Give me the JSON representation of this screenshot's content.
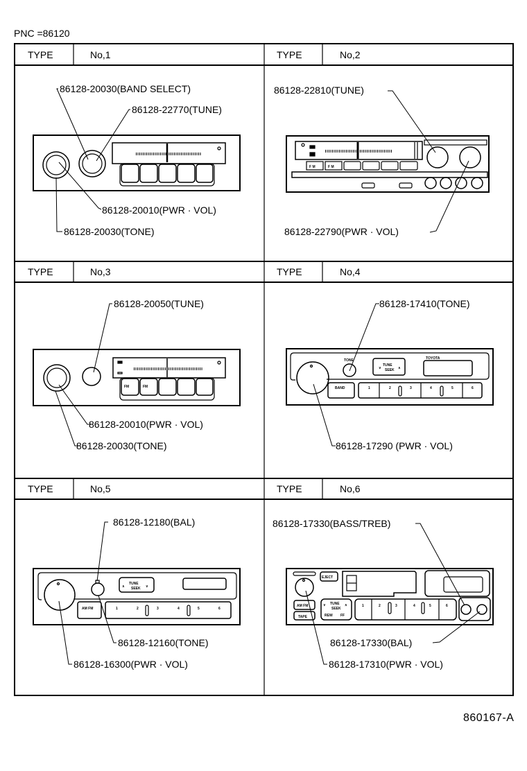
{
  "pnc_label": "PNC =86120",
  "document_number": "860167-A",
  "types": [
    {
      "type_label": "TYPE",
      "number": "No,1",
      "callouts": [
        "86128-20030(BAND SELECT)",
        "86128-22770(TUNE)",
        "86128-20010(PWR · VOL)",
        "86128-20030(TONE)"
      ]
    },
    {
      "type_label": "TYPE",
      "number": "No,2",
      "callouts": [
        "86128-22810(TUNE)",
        "86128-22790(PWR  · VOL)"
      ],
      "button_labels": [
        "F M",
        "F M"
      ]
    },
    {
      "type_label": "TYPE",
      "number": "No,3",
      "callouts": [
        "86128-20050(TUNE)",
        "86128-20010(PWR · VOL)",
        "86128-20030(TONE)"
      ],
      "button_labels": [
        "FM",
        "FM"
      ]
    },
    {
      "type_label": "TYPE",
      "number": "No,4",
      "callouts": [
        "86128-17410(TONE)",
        "86128-17290 (PWR  · VOL)"
      ],
      "panel_labels": {
        "tone": "TONE",
        "tune": "TUNE",
        "seek": "SEEK",
        "brand": "TOYOTA",
        "band": "BAND",
        "presets": [
          "1",
          "2",
          "3",
          "4",
          "5",
          "6"
        ]
      }
    },
    {
      "type_label": "TYPE",
      "number": "No,5",
      "callouts": [
        "86128-12180(BAL)",
        "86128-12160(TONE)",
        "86128-16300(PWR · VOL)"
      ],
      "panel_labels": {
        "tune": "TUNE",
        "seek": "SEEK",
        "band": "AM FM",
        "presets": [
          "1",
          "2",
          "3",
          "4",
          "5",
          "6"
        ]
      }
    },
    {
      "type_label": "TYPE",
      "number": "No,6",
      "callouts": [
        "86128-17330(BASS/TREB)",
        "86128-17330(BAL)",
        "86128-17310(PWR · VOL)"
      ],
      "panel_labels": {
        "eject": "EJECT",
        "band": "AM FM",
        "tape": "TAPE",
        "tune": "TUNE",
        "seek": "SEEK",
        "rew": "REW",
        "ff": "FF",
        "presets": [
          "1",
          "2",
          "3",
          "4",
          "5",
          "6"
        ]
      }
    }
  ]
}
